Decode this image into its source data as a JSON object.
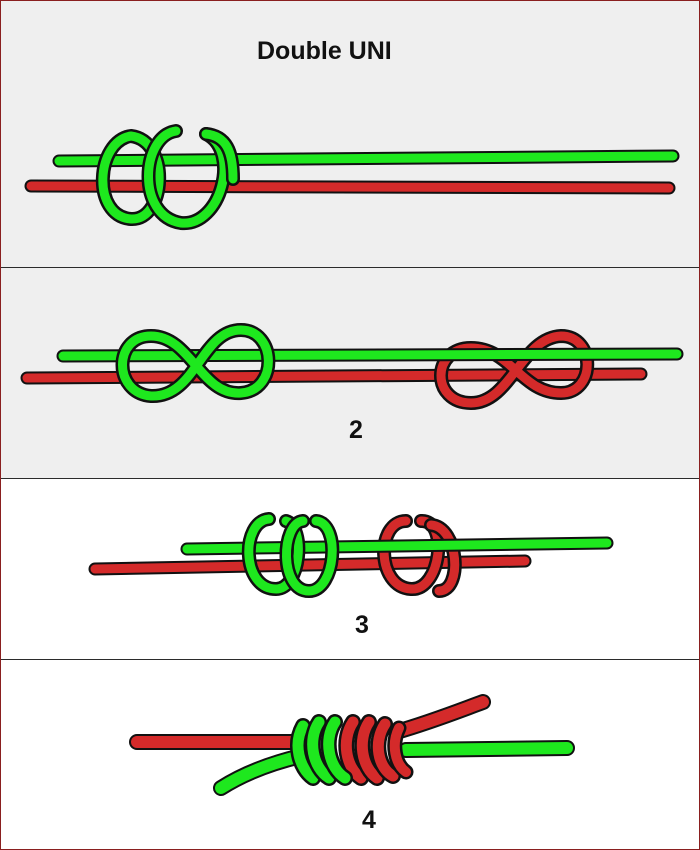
{
  "title": "Double UNI",
  "steps": [
    {
      "label": ""
    },
    {
      "label": "2"
    },
    {
      "label": "3"
    },
    {
      "label": "4"
    }
  ],
  "colors": {
    "line_a": "#1ee81e",
    "line_b": "#d42a2a",
    "outline": "#111111",
    "panel_grey": "#efefef",
    "border": "#8a1f1f"
  }
}
